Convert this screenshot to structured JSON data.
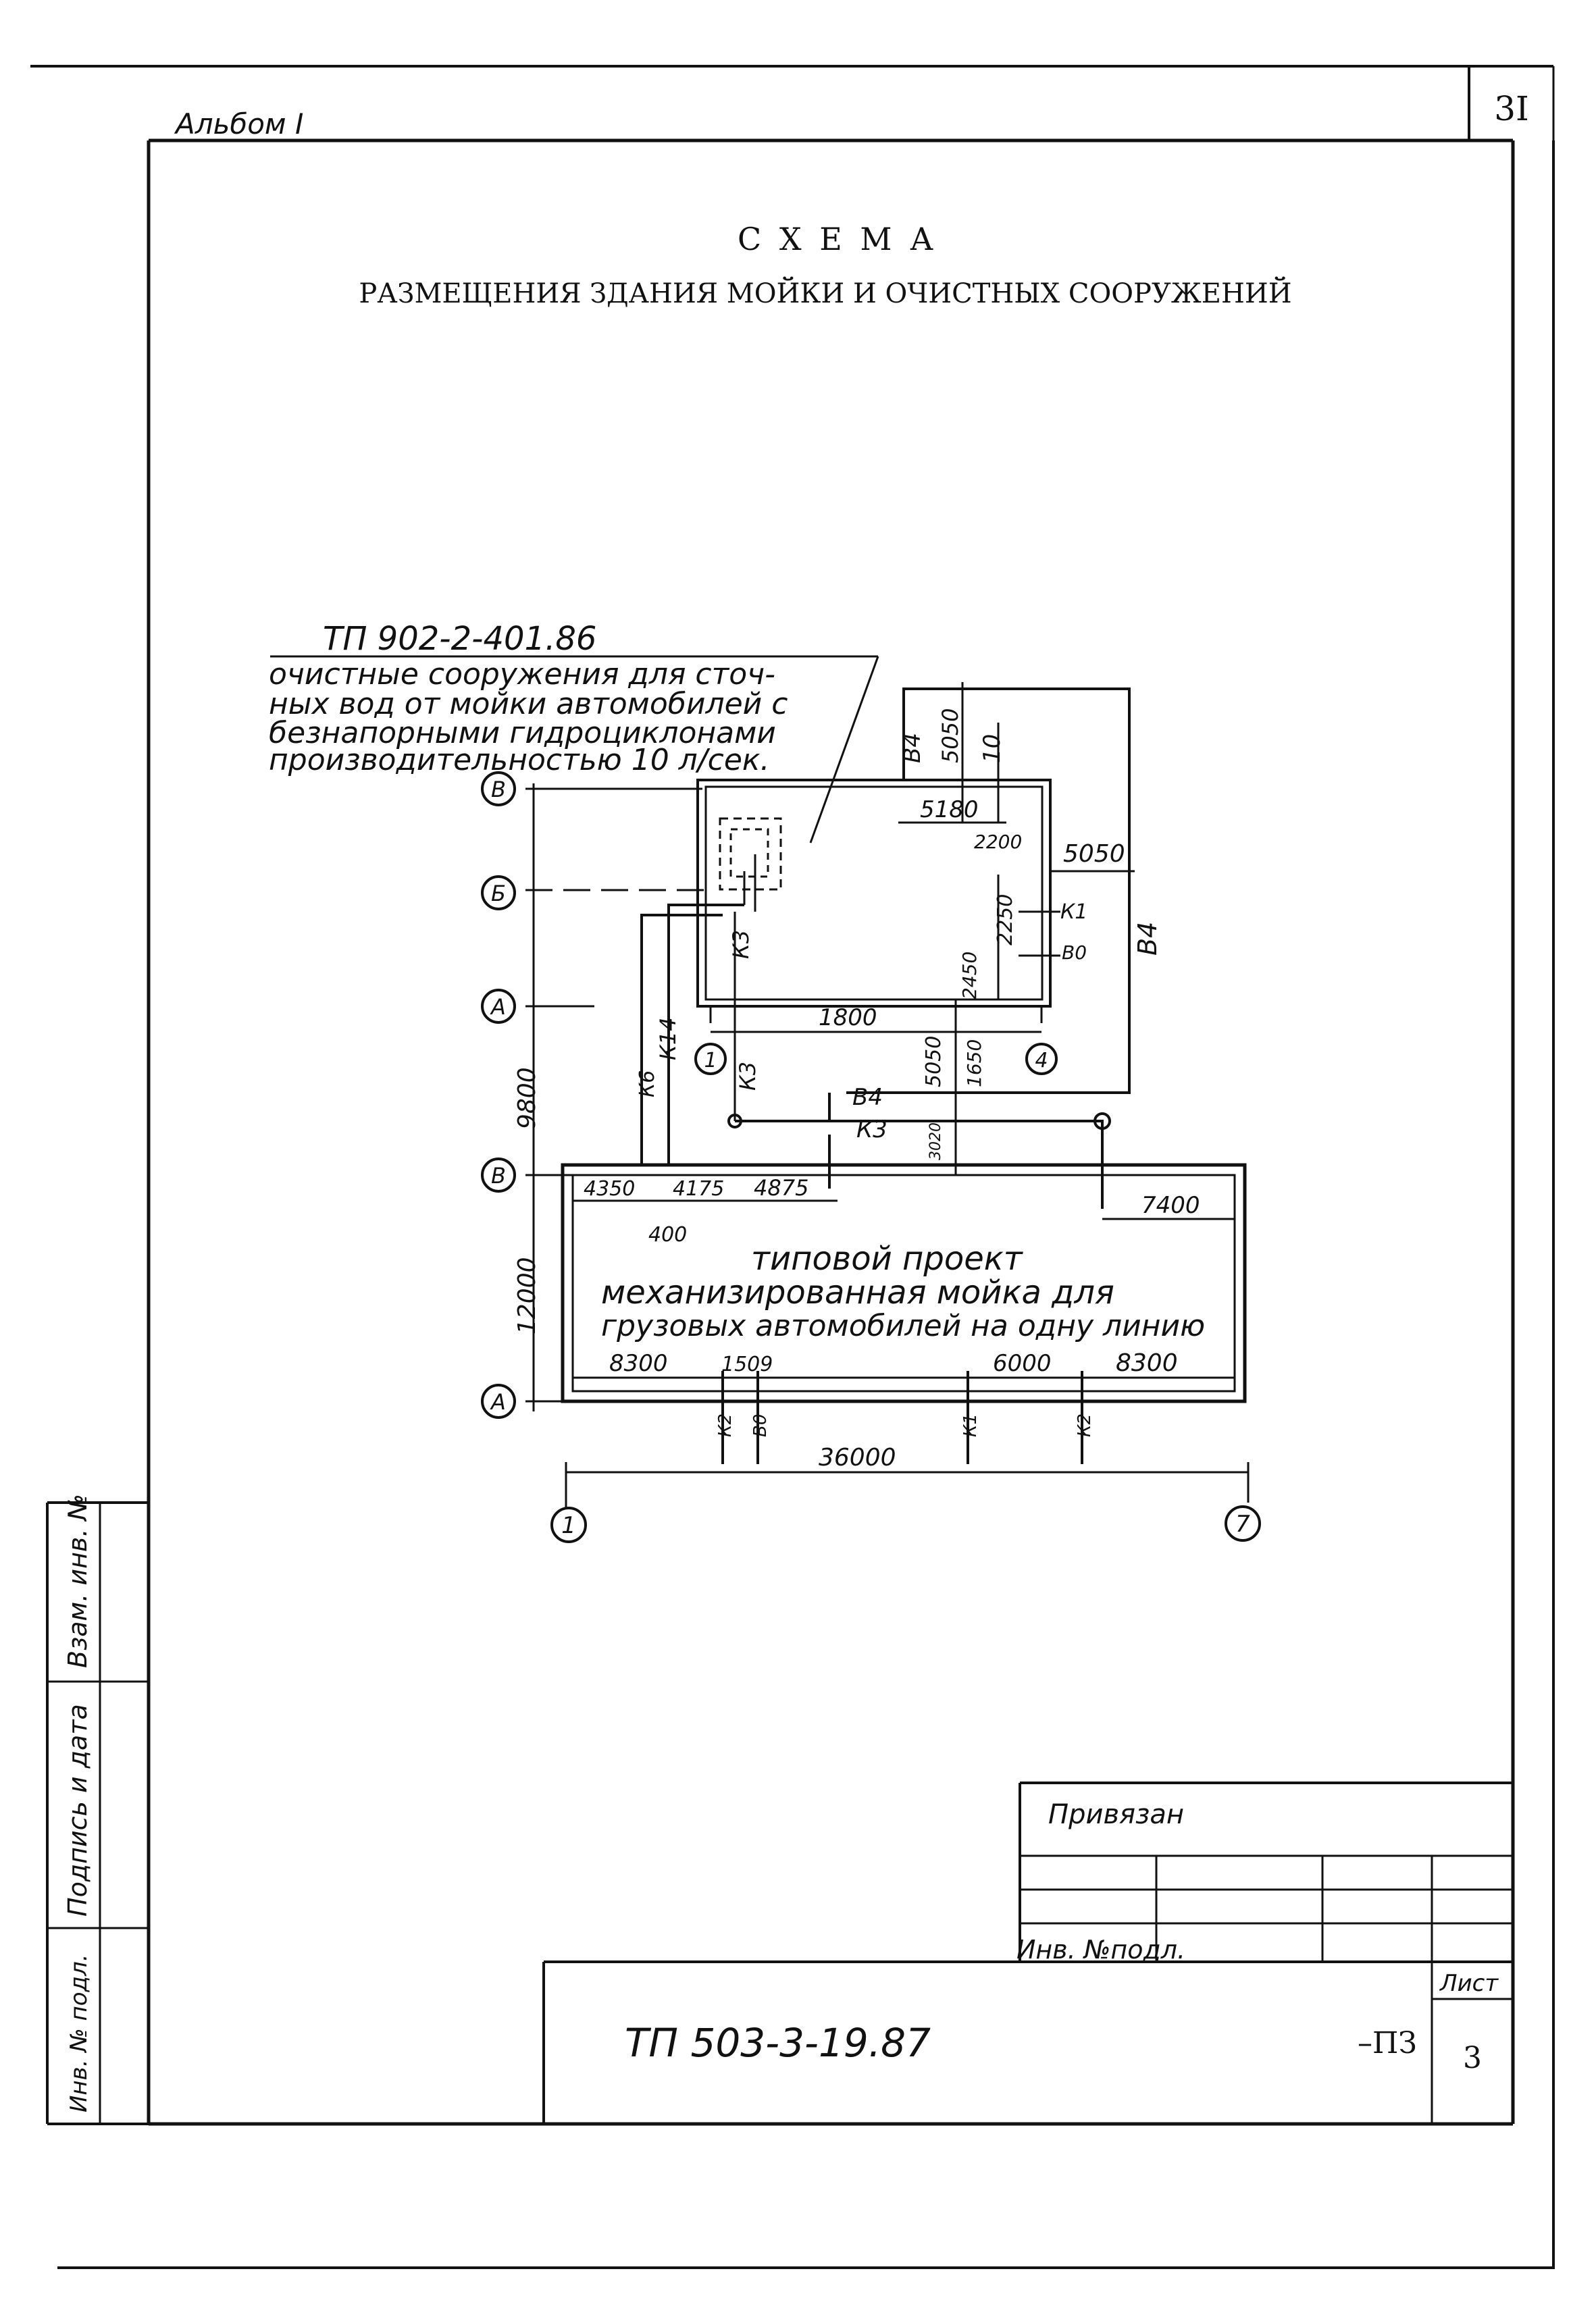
{
  "album_label": "Альбом I",
  "page_number": "3I",
  "title": {
    "line1": "С Х Е М А",
    "line2": "РАЗМЕЩЕНИЯ ЗДАНИЯ МОЙКИ И ОЧИСТНЫХ СООРУЖЕНИЙ"
  },
  "treatment_note": {
    "code": "ТП 902-2-401.86",
    "line1": "очистные сооружения для сточ-",
    "line2": "ных вод от мойки автомобилей с",
    "line3": "безнапорными гидроциклонами",
    "line4": "производительностью  10 л/сек."
  },
  "wash_note": {
    "line1": "типовой проект",
    "line2": "механизированная мойка для",
    "line3": "грузовых автомобилей на одну линию"
  },
  "axes": {
    "left_upper_B": "В",
    "left_B6": "Б",
    "left_upper_A": "А",
    "left_lower_B": "В",
    "left_lower_A": "А",
    "bottom_1": "1",
    "bottom_7": "7",
    "small_1": "1",
    "small_4": "4"
  },
  "dims": {
    "d5050_top": "5050",
    "d5180": "5180",
    "d2200": "2200",
    "d5050_right": "5050",
    "d2250": "2250",
    "d2450": "2450",
    "d1800": "1800",
    "d5050_mid": "5050",
    "d1650": "1650",
    "d3020": "3020",
    "d9800": "9800",
    "d12000": "12000",
    "d4350": "4350",
    "d4175": "4175",
    "d4875": "4875",
    "d400": "400",
    "d7400": "7400",
    "d8300_left": "8300",
    "d1509": "1509",
    "d6000": "6000",
    "d8300_right": "8300",
    "d36000": "36000"
  },
  "pipes": {
    "v4_top": "В4",
    "v10": "10",
    "v4_right": "В4",
    "k1_upper": "К1",
    "v0": "В0",
    "k3_inside": "К3",
    "k3_axis1": "К3",
    "k14": "К14",
    "k6": "К6",
    "v4_mid": "В4",
    "k3_mid": "К3",
    "k2_left": "К2",
    "v0_bottom": "В0",
    "k1_bottom": "К1",
    "k2_right": "К2"
  },
  "stamp": {
    "privyazan": "Привязан",
    "inv_podl": "Инв. №подл.",
    "list_label": "Лист",
    "doc_code": "ТП  503-3-19.87",
    "section": "–ПЗ",
    "sheet_num": "3"
  },
  "side_stamp": {
    "vzam": "Взам. инв. №",
    "podpis": "Подпись и дата",
    "inv_podl": "Инв. № подл."
  }
}
